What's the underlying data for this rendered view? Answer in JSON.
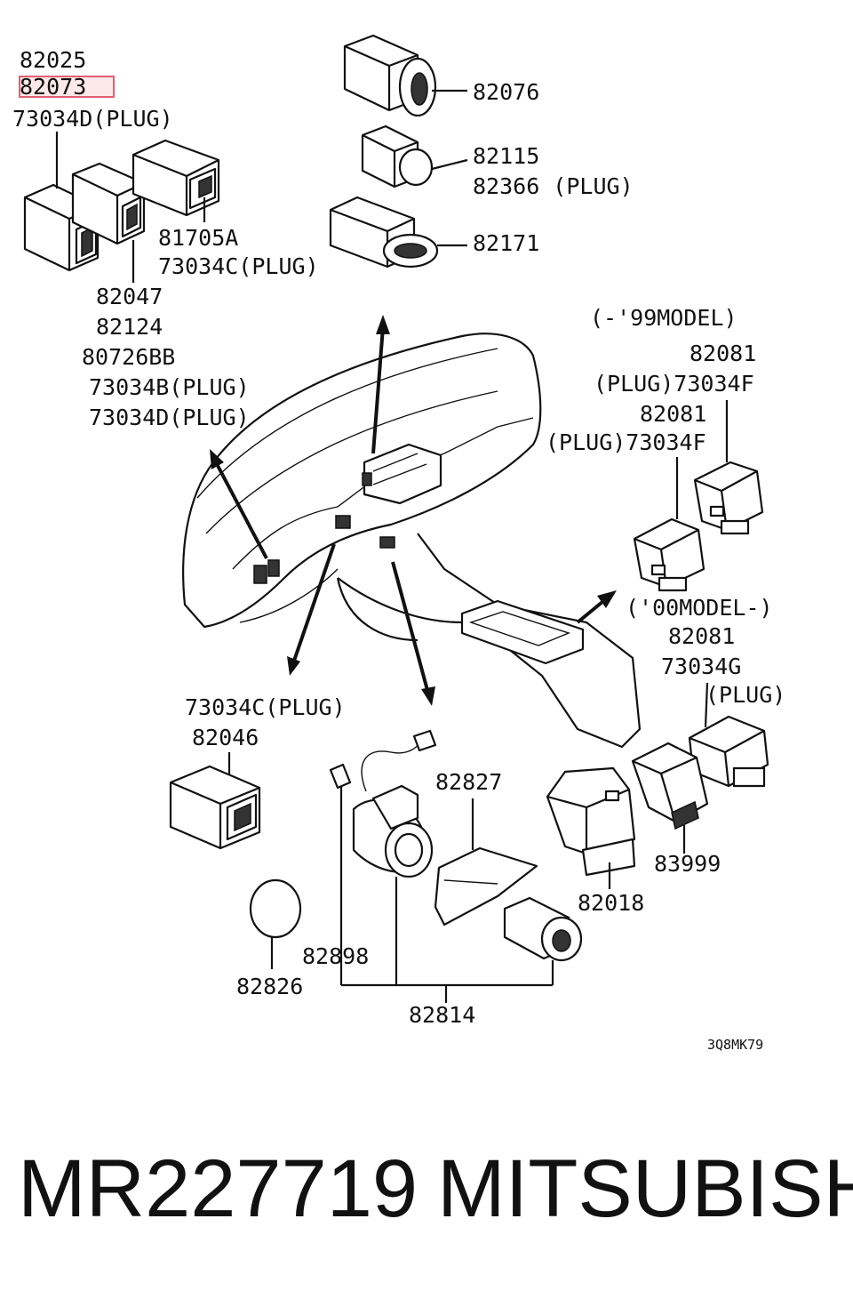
{
  "labels": {
    "p82025": "82025",
    "p82073": "82073",
    "p73034d_plug_top": "73034D(PLUG)",
    "p81705a": "81705A",
    "p73034c_plug_a": "73034C(PLUG)",
    "p82047": "82047",
    "p82124": "82124",
    "p80726bb": "80726BB",
    "p73034b_plug": "73034B(PLUG)",
    "p73034d_plug_b": "73034D(PLUG)",
    "p82076": "82076",
    "p82115": "82115",
    "p82366_plug": "82366 (PLUG)",
    "p82171": "82171",
    "model99": "(-'99MODEL)",
    "p82081_a": "82081",
    "p73034f_a": "(PLUG)73034F",
    "p82081_b": "82081",
    "p73034f_b": "(PLUG)73034F",
    "model00": "('00MODEL-)",
    "p82081_c": "82081",
    "p73034g": "73034G",
    "plug_g": "(PLUG)",
    "p73034c_plug_b": "73034C(PLUG)",
    "p82046": "82046",
    "p82827": "82827",
    "p82018": "82018",
    "p83999": "83999",
    "p82898": "82898",
    "p82826": "82826",
    "p82814": "82814",
    "diagram_code": "3Q8MK79"
  },
  "caption": {
    "part_number": "MR227719",
    "brand": "MITSUBISHI"
  },
  "colors": {
    "highlight_fill": "#fde8ea",
    "highlight_stroke": "#e06070",
    "ink": "#111111"
  }
}
